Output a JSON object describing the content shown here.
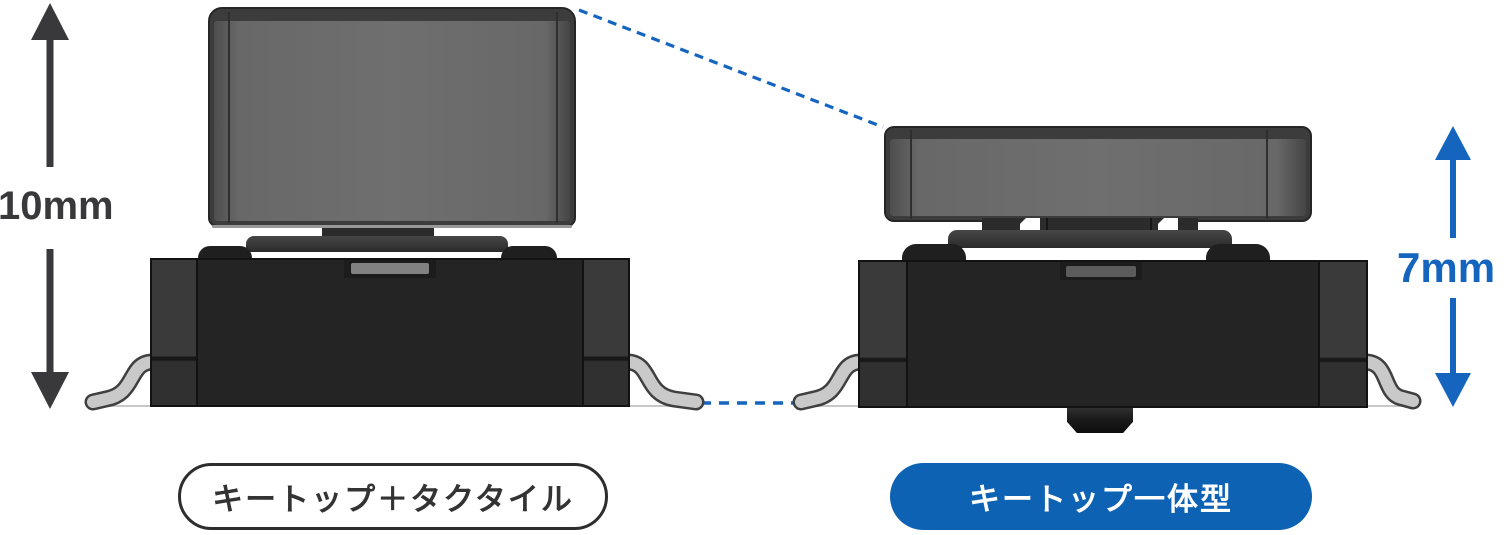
{
  "left": {
    "height_label": "10mm",
    "caption": "キートップ＋タクタイル"
  },
  "right": {
    "height_label": "7mm",
    "caption": "キートップ一体型"
  },
  "colors": {
    "dimension_arrow_dark": "#39393b",
    "dimension_arrow_blue": "#1565be",
    "dashed_line_blue": "#1565c0",
    "lead_metal_light": "#c9c9c9",
    "lead_metal_outline": "#3f3f3f",
    "seat_line_gray": "#b5b5b5",
    "caption_pill_blue": "#0d62b4",
    "caption_text_dark": "#333333",
    "keytop_gray": "#6f6f6f",
    "switch_body_dark": "#242424"
  }
}
